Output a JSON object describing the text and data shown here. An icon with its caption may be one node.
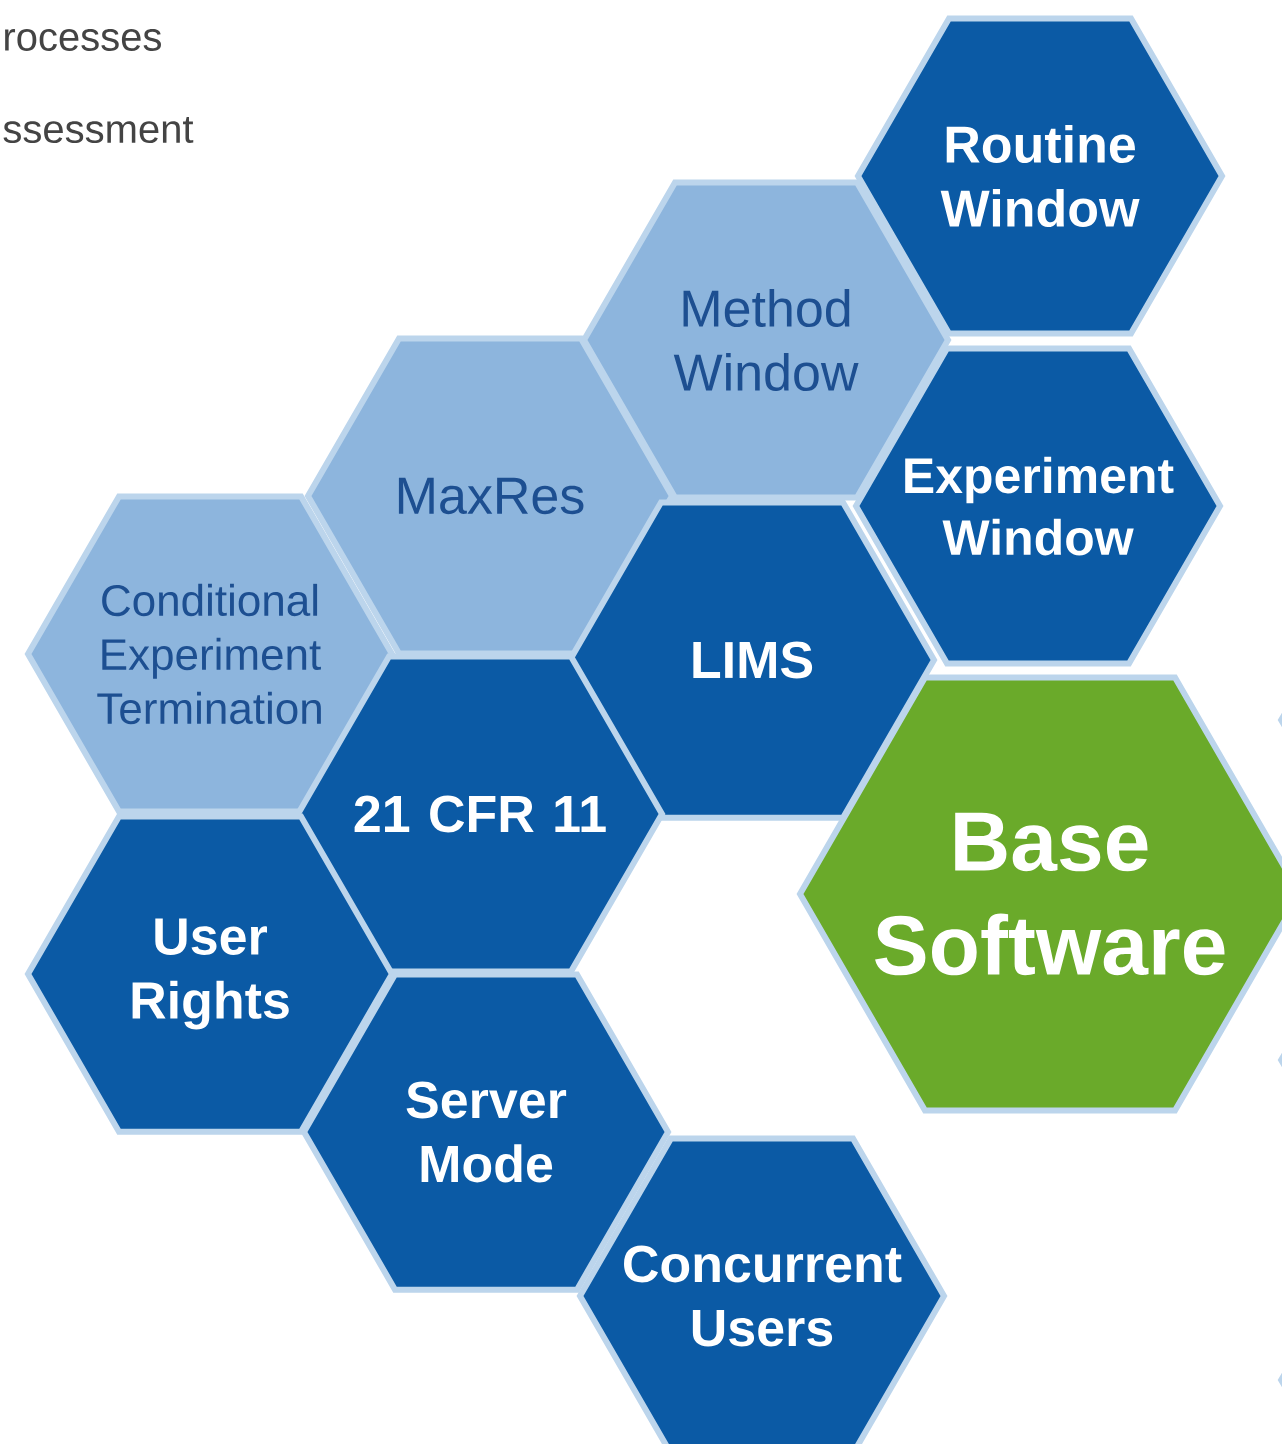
{
  "diagram": {
    "nodes": [
      {
        "text": [
          "Routine Window"
        ]
      },
      {
        "text": [
          "Method Window"
        ]
      },
      {
        "text": [
          "Experiment Window"
        ]
      },
      {
        "text": [
          "MaxRes"
        ]
      },
      {
        "text": [
          "LIMS"
        ]
      },
      {
        "text": [
          "Conditional Experiment Termination"
        ]
      },
      {
        "text": [
          "21 CFR 11"
        ]
      },
      {
        "text": [
          "Base Software"
        ]
      },
      {
        "text": [
          "User Rights"
        ]
      },
      {
        "text": [
          "Server Mode"
        ]
      },
      {
        "text": [
          "Concurrent Users"
        ]
      }
    ],
    "labels": [
      "rocesses",
      "ssessment"
    ]
  }
}
